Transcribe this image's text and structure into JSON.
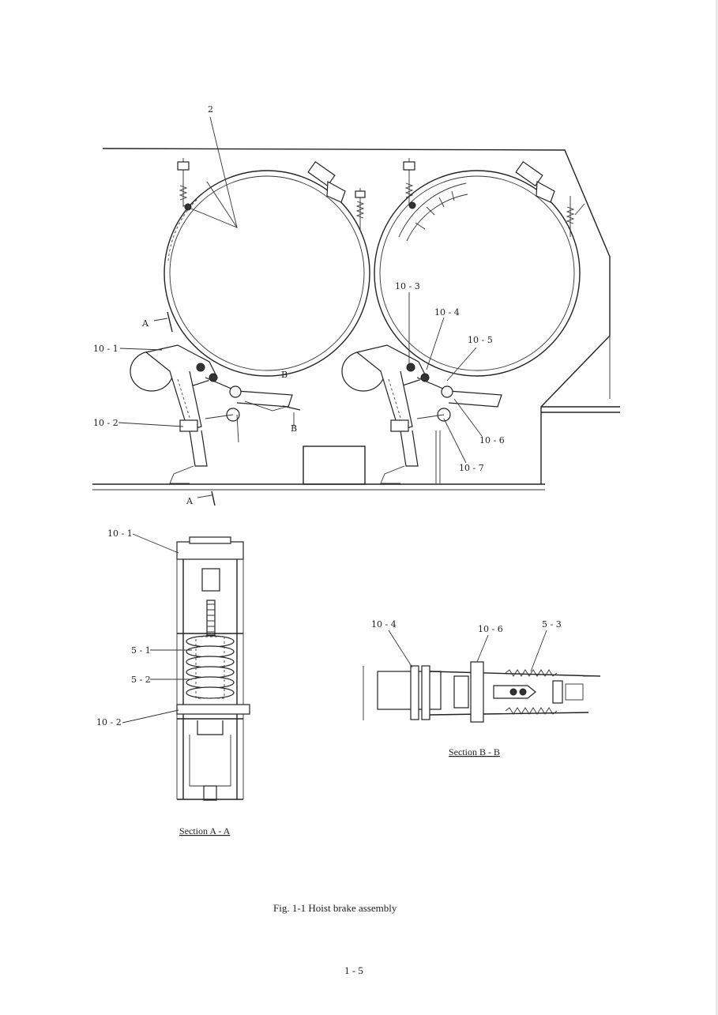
{
  "figure": {
    "caption": "Fig. 1-1 Hoist brake assembly",
    "page_number": "1 - 5"
  },
  "main_view": {
    "labels": {
      "part_2": "2",
      "part_10_1": "10 - 1",
      "part_10_2": "10 - 2",
      "part_10_3": "10 - 3",
      "part_10_4": "10 - 4",
      "part_10_5": "10 - 5",
      "part_10_6": "10 - 6",
      "part_10_7": "10 - 7",
      "section_a_top": "A",
      "section_a_bottom": "A",
      "section_b": "B",
      "section_b_lower": "B"
    }
  },
  "section_a": {
    "title": "Section A - A",
    "labels": {
      "part_10_1": "10 - 1",
      "part_5_1": "5 - 1",
      "part_5_2": "5 - 2",
      "part_10_2": "10 - 2"
    }
  },
  "section_b": {
    "title": "Section B - B",
    "labels": {
      "part_10_4": "10 - 4",
      "part_10_6": "10 - 6",
      "part_5_3": "5 - 3"
    }
  }
}
